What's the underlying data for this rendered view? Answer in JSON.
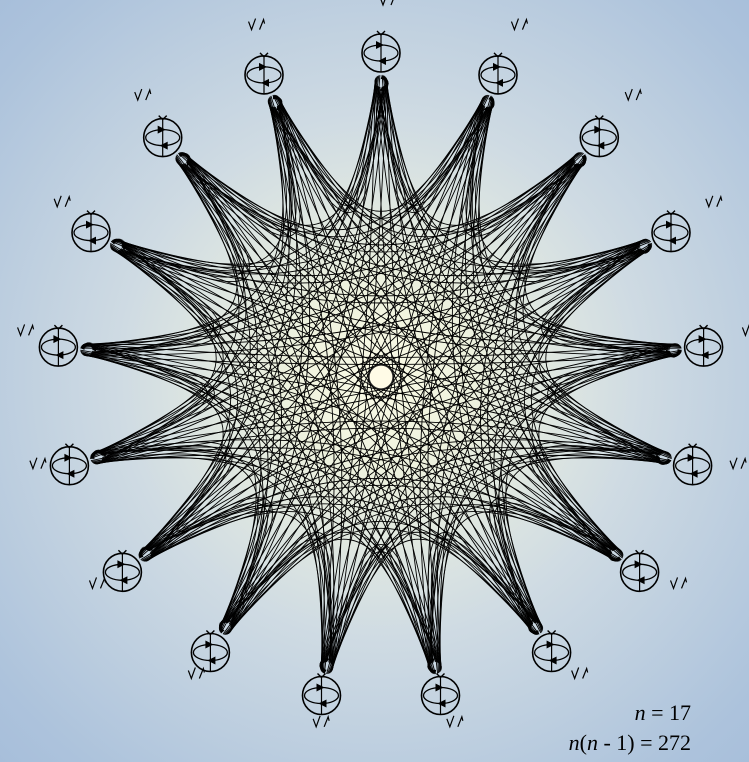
{
  "diagram": {
    "node_count": 17,
    "node_icon": "circle-with-circulation-arrows-icon",
    "node_badge_icon": "check-arrow-pair-icon",
    "edge_style": "curved-bidirectional-arrow",
    "center_marker": "light-circle",
    "colors": {
      "background_center": "#fbfbe6",
      "background_edge": "#9fb8d8",
      "edge": "#000000",
      "node_stroke": "#000000",
      "center_fill": "#fffbe6"
    }
  },
  "formula": {
    "line1_var": "n",
    "line1_rest": " = 17",
    "line2_var1": "n",
    "line2_mid": "(",
    "line2_var2": "n",
    "line2_rest": "  - 1) = 272"
  }
}
